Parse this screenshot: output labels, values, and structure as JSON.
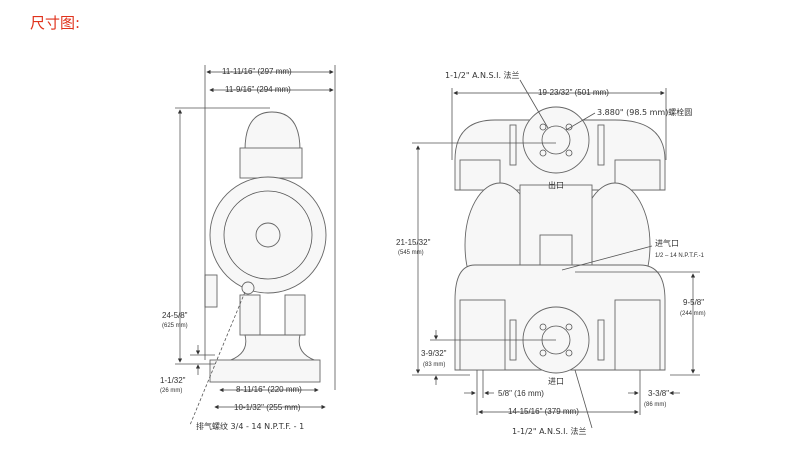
{
  "title": "尺寸图:",
  "side_view": {
    "width_overall": "11-11/16\" (297 mm)",
    "width_inner": "11-9/16\" (294 mm)",
    "height": "24-5/8\"",
    "height_mm": "(625 mm)",
    "base_height": "1-1/32\"",
    "base_height_mm": "(26 mm)",
    "base_inner": "8-11/16\" (220 mm)",
    "base_outer": "10-1/32\" (255 mm)",
    "exhaust": "排气螺纹 3/4 - 14 N.P.T.F. - 1"
  },
  "front_view": {
    "top_flange": "1-1/2\" A.N.S.I. 法兰",
    "width": "19-23/32\" (501 mm)",
    "bolt_circle": "3.880\" (98.5 mm)螺栓圆",
    "outlet": "出口",
    "height": "21-15/32\"",
    "height_mm": "(545 mm)",
    "air_inlet": "进气口",
    "air_inlet_thread": "1/2 – 14 N.P.T.F.-1",
    "air_height": "9-5/8\"",
    "air_height_mm": "(244 mm)",
    "inlet_height": "3-9/32\"",
    "inlet_height_mm": "(83 mm)",
    "inlet": "进口",
    "foot_width": "5/8\" (16 mm)",
    "foot_offset": "3-3/8\"",
    "foot_offset_mm": "(86 mm)",
    "foot_span": "14-15/16\" (379 mm)",
    "bottom_flange": "1-1/2\" A.N.S.I. 法兰"
  }
}
